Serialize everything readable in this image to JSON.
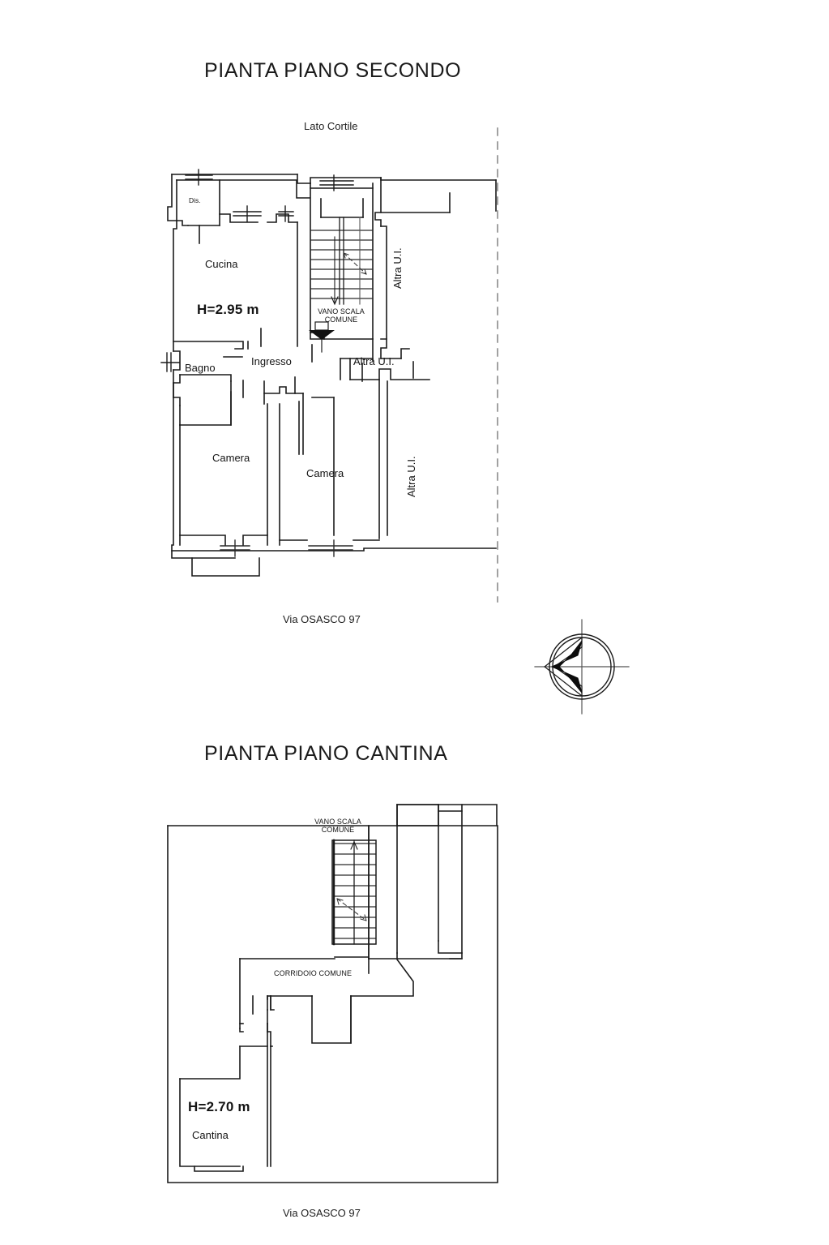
{
  "document": {
    "kind": "floor-plan-sheet",
    "ink_color": "#000000",
    "paper_color": "#ffffff",
    "dashed_color": "#808080"
  },
  "plans": [
    {
      "id": "piano-secondo",
      "title": "PIANTA PIANO SECONDO",
      "top_caption": "Lato Cortile",
      "bottom_caption": "Via OSASCO 97",
      "ceiling_height": "H=2.95 m",
      "rooms": [
        {
          "name": "Dis."
        },
        {
          "name": "Cucina"
        },
        {
          "name": "Bagno"
        },
        {
          "name": "Ingresso"
        },
        {
          "name": "Camera"
        },
        {
          "name": "Camera"
        }
      ],
      "annotations": [
        {
          "text": "VANO SCALA",
          "text2": "COMUNE"
        },
        {
          "text": "Altra U.I."
        },
        {
          "text": "Altra U.I."
        },
        {
          "text": "Altra U.I."
        }
      ]
    },
    {
      "id": "piano-cantina",
      "title": "PIANTA PIANO CANTINA",
      "bottom_caption": "Via OSASCO 97",
      "ceiling_height": "H=2.70 m",
      "rooms": [
        {
          "name": "Cantina"
        }
      ],
      "annotations": [
        {
          "text": "VANO SCALA",
          "text2": "COMUNE"
        },
        {
          "text": "CORRIDOIO COMUNE"
        }
      ]
    }
  ],
  "labels": {
    "title_secondo": "PIANTA PIANO SECONDO",
    "title_cantina": "PIANTA PIANO CANTINA",
    "lato_cortile": "Lato Cortile",
    "via_osasco_top": "Via OSASCO 97",
    "via_osasco_bottom": "Via OSASCO 97",
    "dis": "Dis.",
    "cucina": "Cucina",
    "h295": "H=2.95 m",
    "bagno": "Bagno",
    "ingresso": "Ingresso",
    "camera_left": "Camera",
    "camera_right": "Camera",
    "vano_scala_1": "VANO SCALA",
    "comune_1": "COMUNE",
    "altra_ui_top_right": "Altra U.I.",
    "altra_ui_mid": "Altra U.I.",
    "altra_ui_bottom_right": "Altra U.I.",
    "vano_scala_2": "VANO SCALA",
    "comune_2": "COMUNE",
    "corridoio_comune": "CORRIDOIO COMUNE",
    "h270": "H=2.70 m",
    "cantina": "Cantina"
  },
  "compass": {
    "name": "north-arrow",
    "points_to": "left"
  }
}
